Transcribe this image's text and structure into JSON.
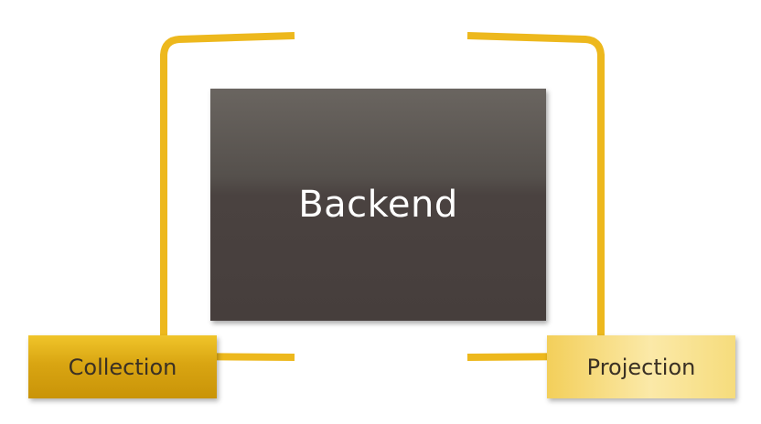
{
  "backend": {
    "label": "Backend"
  },
  "tags": {
    "collection": "Collection",
    "projection": "Projection"
  },
  "colors": {
    "bracket": "#edb81d",
    "backend_top": "#6a6560",
    "backend_bottom": "#463e3c",
    "collection_fill": "#d9a512",
    "projection_fill": "#fbe9a8",
    "text_dark": "#3a3024",
    "text_light": "#ffffff"
  }
}
